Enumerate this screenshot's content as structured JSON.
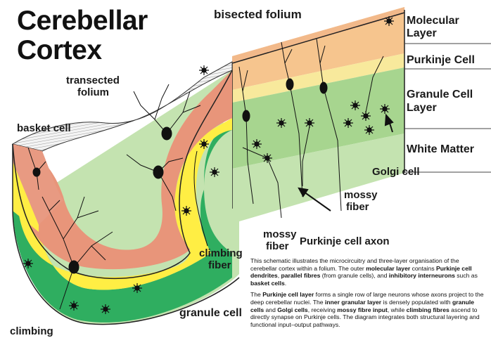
{
  "title": {
    "line1": "Cerebellar",
    "line2": "Cortex"
  },
  "labels": {
    "bisected_folium": "bisected folium",
    "transected_folium_1": "transected",
    "transected_folium_2": "folium",
    "basket_cell": "basket cell",
    "climbing_fiber_1": "climbing",
    "climbing_fiber_2": "fiber",
    "climbing_bottom": "climbing",
    "granule_cell": "granule cell",
    "golgi_cell": "Golgi cell",
    "mossy_fiber_right_1": "mossy",
    "mossy_fiber_right_2": "fiber",
    "mossy_fiber_bottom_1": "mossy",
    "mossy_fiber_bottom_2": "fiber",
    "purkinje_axon": "Purkinje cell axon"
  },
  "layers": {
    "molecular_1": "Molecular",
    "molecular_2": "Layer",
    "purkinje": "Purkinje Cell",
    "granule_1": "Granule Cell",
    "granule_2": "Layer",
    "white_matter": "White Matter"
  },
  "colors": {
    "molecular": "#e8957a",
    "molecular_top": "#f5c08a",
    "purkinje": "#fff04a",
    "granule": "#2fae60",
    "white_matter": "#c9e4b4",
    "purkinje_band_right": "#f8e89a"
  },
  "caption": {
    "p1": [
      {
        "t": "This schematic illustrates the microcircuitry and three-layer organisation of the cerebellar cortex within a folium. The outer "
      },
      {
        "t": "molecular layer",
        "b": true
      },
      {
        "t": " contains "
      },
      {
        "t": "Purkinje cell dendrites",
        "b": true
      },
      {
        "t": ", "
      },
      {
        "t": "parallel fibres",
        "b": true
      },
      {
        "t": " (from granule cells), and "
      },
      {
        "t": "inhibitory interneurons",
        "b": true
      },
      {
        "t": " such as "
      },
      {
        "t": "basket cells",
        "b": true
      },
      {
        "t": "."
      }
    ],
    "p2": [
      {
        "t": "The "
      },
      {
        "t": "Purkinje cell layer",
        "b": true
      },
      {
        "t": " forms a single row of large neurons whose axons project to the deep cerebellar nuclei. The "
      },
      {
        "t": "inner granular layer",
        "b": true
      },
      {
        "t": " is densely populated with "
      },
      {
        "t": "granule cells",
        "b": true
      },
      {
        "t": " and "
      },
      {
        "t": "Golgi cells",
        "b": true
      },
      {
        "t": ", receiving "
      },
      {
        "t": "mossy fibre input",
        "b": true
      },
      {
        "t": ", while "
      },
      {
        "t": "climbing fibres",
        "b": true
      },
      {
        "t": " ascend to directly synapse on Purkinje cells. The diagram integrates both structural layering and functional input–output pathways."
      }
    ]
  }
}
